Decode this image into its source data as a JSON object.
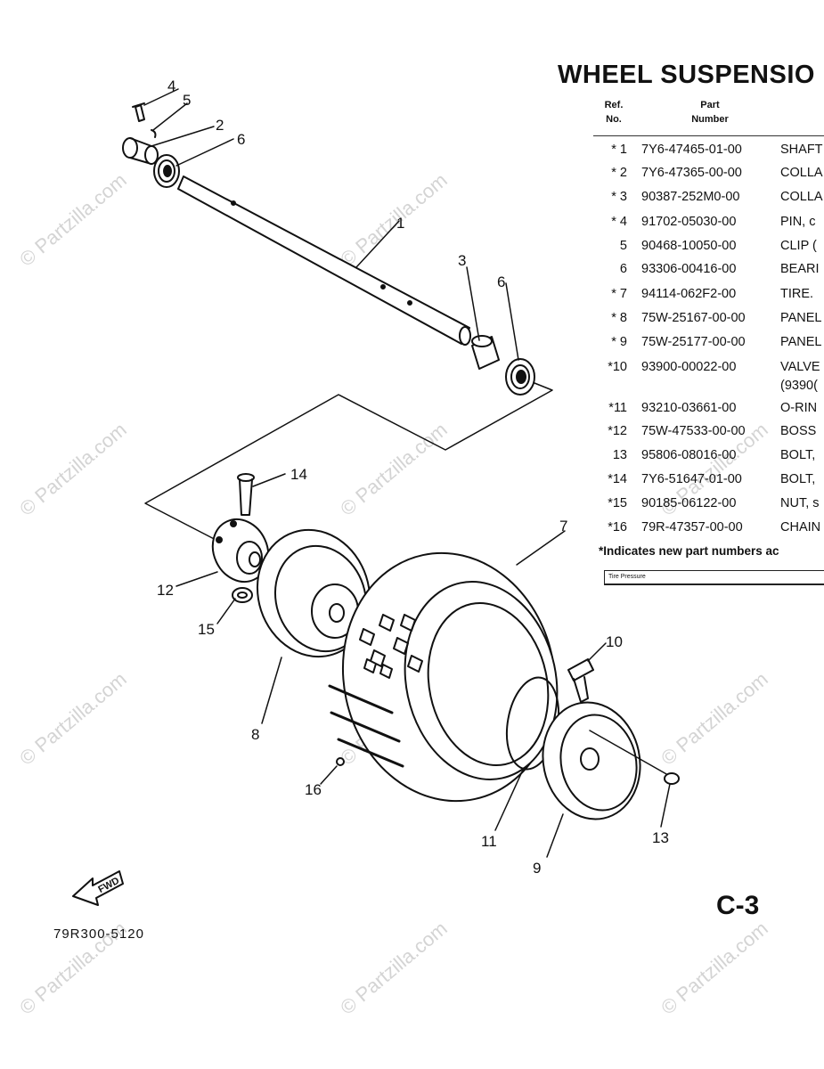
{
  "title": "WHEEL SUSPENSIO",
  "table": {
    "headers": {
      "ref_line1": "Ref.",
      "ref_line2": "No.",
      "part_line1": "Part",
      "part_line2": "Number"
    },
    "rows": [
      {
        "ref": "* 1",
        "part": "7Y6-47465-01-00",
        "desc": "SHAFT"
      },
      {
        "ref": "* 2",
        "part": "7Y6-47365-00-00",
        "desc": "COLLA"
      },
      {
        "ref": "* 3",
        "part": "90387-252M0-00",
        "desc": "COLLA"
      },
      {
        "ref": "* 4",
        "part": "91702-05030-00",
        "desc": "PIN, c"
      },
      {
        "ref": "5",
        "part": "90468-10050-00",
        "desc": "CLIP ("
      },
      {
        "ref": "6",
        "part": "93306-00416-00",
        "desc": "BEARI"
      },
      {
        "ref": "* 7",
        "part": "94114-062F2-00",
        "desc": "TIRE."
      },
      {
        "ref": "* 8",
        "part": "75W-25167-00-00",
        "desc": "PANEL"
      },
      {
        "ref": "* 9",
        "part": "75W-25177-00-00",
        "desc": "PANEL"
      },
      {
        "ref": "*10",
        "part": "93900-00022-00",
        "desc": "VALVE",
        "desc2": "(9390("
      },
      {
        "ref": "*11",
        "part": "93210-03661-00",
        "desc": "O-RIN"
      },
      {
        "ref": "*12",
        "part": "75W-47533-00-00",
        "desc": "BOSS"
      },
      {
        "ref": "13",
        "part": "95806-08016-00",
        "desc": "BOLT,"
      },
      {
        "ref": "*14",
        "part": "7Y6-51647-01-00",
        "desc": "BOLT,"
      },
      {
        "ref": "*15",
        "part": "90185-06122-00",
        "desc": "NUT, s"
      },
      {
        "ref": "*16",
        "part": "79R-47357-00-00",
        "desc": "CHAIN"
      }
    ],
    "note": "*Indicates new part numbers ac",
    "tire_pressure_label": "Tire Pressure"
  },
  "callouts": {
    "c1": "1",
    "c2": "2",
    "c3": "3",
    "c4": "4",
    "c5": "5",
    "c6a": "6",
    "c6b": "6",
    "c7": "7",
    "c8": "8",
    "c9": "9",
    "c10": "10",
    "c11": "11",
    "c12": "12",
    "c13": "13",
    "c14": "14",
    "c15": "15",
    "c16": "16"
  },
  "fwd_label": "FWD",
  "drawing_code": "79R300-5120",
  "page_number": "C-3",
  "watermark": "© Partzilla.com"
}
